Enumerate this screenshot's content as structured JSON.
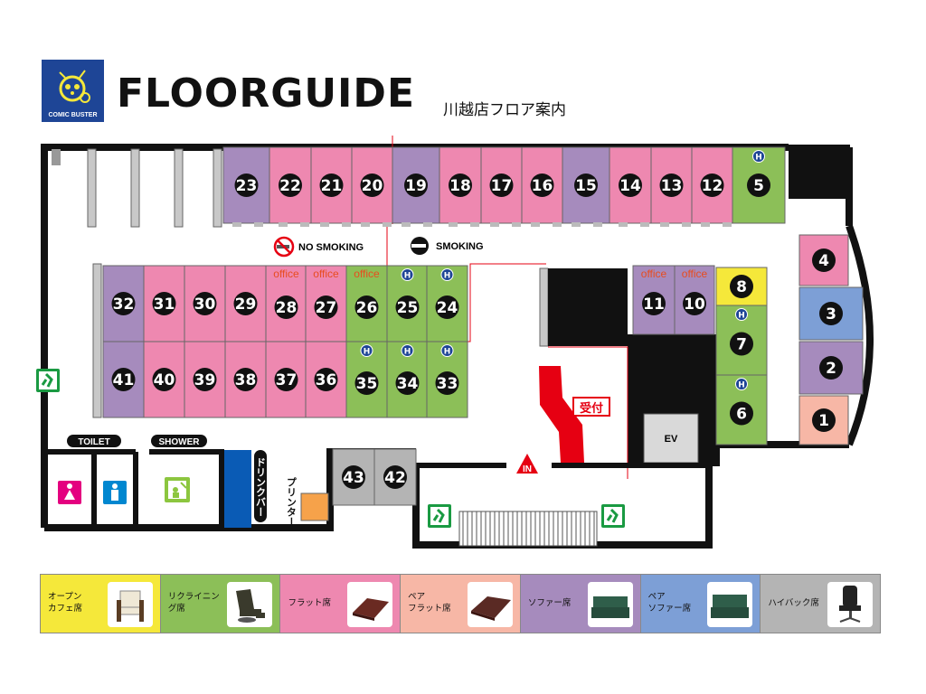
{
  "header": {
    "logo_text": "COMIC BUSTER",
    "title": "FLOORGUIDE",
    "subtitle": "川越店フロア案内"
  },
  "colors": {
    "pink": "#ee88b0",
    "purple": "#a68bbd",
    "green": "#8cbf58",
    "yellow": "#f5e83a",
    "blue": "#7d9fd6",
    "salmon": "#f7b7a6",
    "gray": "#b4b4b4",
    "red": "#e60012",
    "navy": "#1e4596",
    "exit_green": "#1a9a42"
  },
  "signs": {
    "no_smoking": "NO SMOKING",
    "smoking": "SMOKING",
    "toilet": "TOILET",
    "shower": "SHOWER",
    "drink_bar": "ドリンクバー",
    "printer": "プリンター",
    "reception": "受付",
    "entrance": "IN",
    "elevator": "EV",
    "office": "office"
  },
  "seats": [
    {
      "id": "23",
      "type": "sofa"
    },
    {
      "id": "22",
      "type": "flat"
    },
    {
      "id": "21",
      "type": "flat"
    },
    {
      "id": "20",
      "type": "flat"
    },
    {
      "id": "19",
      "type": "sofa"
    },
    {
      "id": "18",
      "type": "flat"
    },
    {
      "id": "17",
      "type": "flat"
    },
    {
      "id": "16",
      "type": "flat"
    },
    {
      "id": "15",
      "type": "sofa"
    },
    {
      "id": "14",
      "type": "flat"
    },
    {
      "id": "13",
      "type": "flat"
    },
    {
      "id": "12",
      "type": "flat"
    },
    {
      "id": "5",
      "type": "reclining",
      "h": true
    },
    {
      "id": "32",
      "type": "sofa"
    },
    {
      "id": "31",
      "type": "flat"
    },
    {
      "id": "30",
      "type": "flat"
    },
    {
      "id": "29",
      "type": "flat"
    },
    {
      "id": "28",
      "type": "flat",
      "office": true
    },
    {
      "id": "27",
      "type": "flat",
      "office": true
    },
    {
      "id": "26",
      "type": "reclining",
      "office": true
    },
    {
      "id": "25",
      "type": "reclining",
      "h": true
    },
    {
      "id": "24",
      "type": "reclining",
      "h": true
    },
    {
      "id": "41",
      "type": "sofa"
    },
    {
      "id": "40",
      "type": "flat"
    },
    {
      "id": "39",
      "type": "flat"
    },
    {
      "id": "38",
      "type": "flat"
    },
    {
      "id": "37",
      "type": "flat"
    },
    {
      "id": "36",
      "type": "flat"
    },
    {
      "id": "35",
      "type": "reclining",
      "h": true
    },
    {
      "id": "34",
      "type": "reclining",
      "h": true
    },
    {
      "id": "33",
      "type": "reclining",
      "h": true
    },
    {
      "id": "11",
      "type": "sofa",
      "office": true
    },
    {
      "id": "10",
      "type": "sofa",
      "office": true
    },
    {
      "id": "8",
      "type": "cafe"
    },
    {
      "id": "7",
      "type": "reclining",
      "h": true
    },
    {
      "id": "6",
      "type": "reclining",
      "h": true
    },
    {
      "id": "4",
      "type": "flat"
    },
    {
      "id": "3",
      "type": "pair_sofa"
    },
    {
      "id": "2",
      "type": "sofa"
    },
    {
      "id": "1",
      "type": "pair_flat"
    },
    {
      "id": "43",
      "type": "highback"
    },
    {
      "id": "42",
      "type": "highback"
    }
  ],
  "h_mark": "H",
  "legend": [
    {
      "label": "オープン\nカフェ席",
      "color": "#f5e83a",
      "icon": "armchair-photo"
    },
    {
      "label": "リクライニング席",
      "color": "#8cbf58",
      "icon": "recliner-photo"
    },
    {
      "label": "フラット席",
      "color": "#ee88b0",
      "icon": "flat-mat-photo"
    },
    {
      "label": "ペア\nフラット席",
      "color": "#f7b7a6",
      "icon": "pair-mat-photo"
    },
    {
      "label": "ソファー席",
      "color": "#a68bbd",
      "icon": "sofa-photo"
    },
    {
      "label": "ペア\nソファー席",
      "color": "#7d9fd6",
      "icon": "pair-sofa-photo"
    },
    {
      "label": "ハイバック席",
      "color": "#b4b4b4",
      "icon": "office-chair-photo"
    }
  ]
}
